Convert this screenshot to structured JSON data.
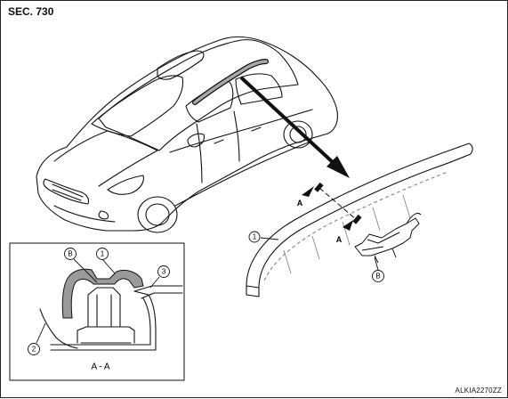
{
  "header": {
    "section": "SEC. 730"
  },
  "callouts": {
    "part1": "1",
    "part2": "2",
    "part3": "3",
    "detailB": "B"
  },
  "section_markers": {
    "upper": "A",
    "lower": "A",
    "caption": "A - A"
  },
  "footer": {
    "reference_code": "ALKIA2270ZZ"
  },
  "colors": {
    "ink": "#111111",
    "molding_fill": "#9a9a9a",
    "grey_dash": "#888888",
    "background": "#ffffff"
  },
  "icons": [
    "sedan-illustration",
    "arrow-icon",
    "molding-strip",
    "clip-icon",
    "cross-section-detail"
  ]
}
